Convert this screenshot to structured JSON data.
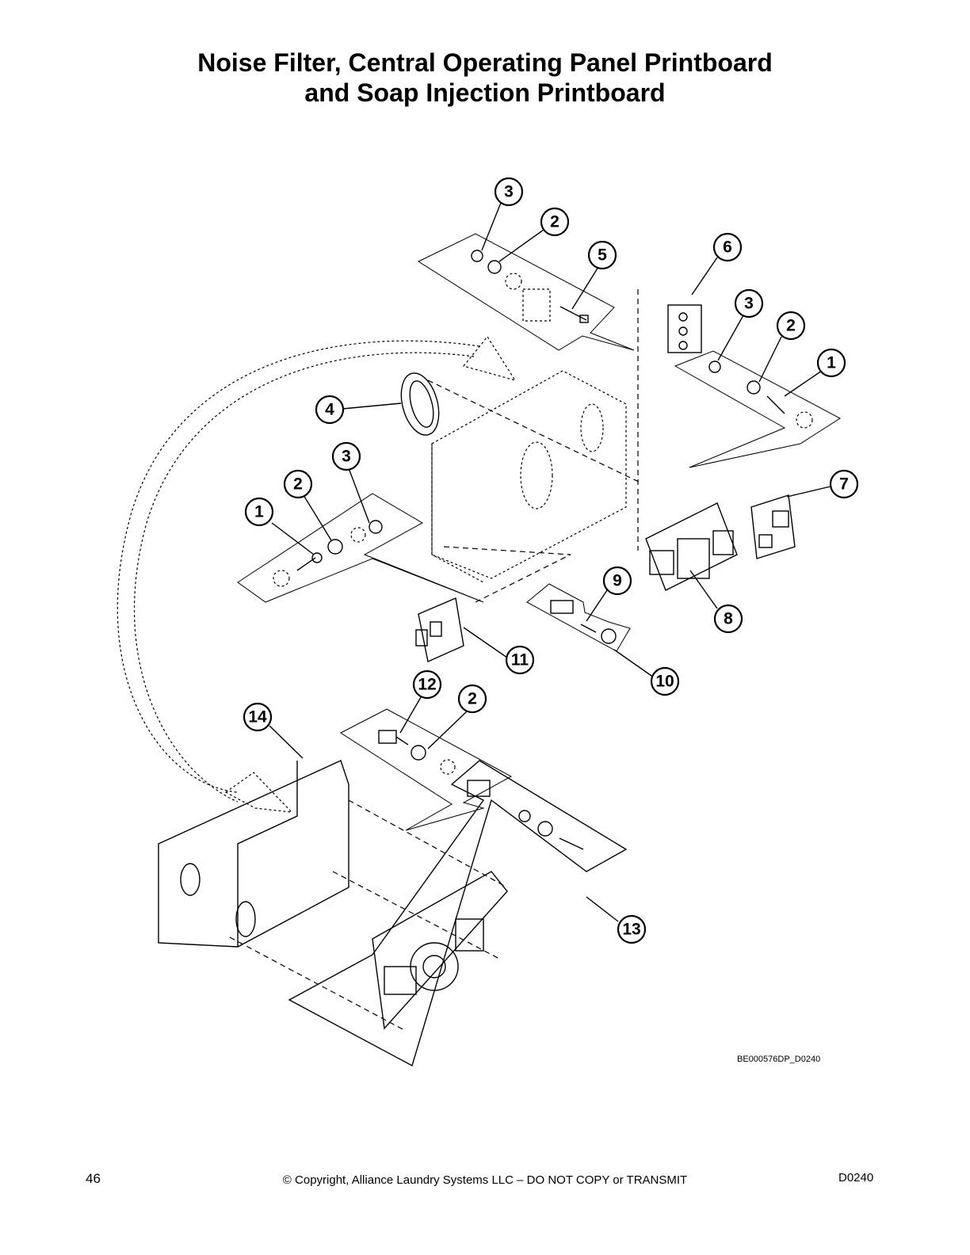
{
  "title": {
    "line1": "Noise Filter, Central Operating Panel Printboard",
    "line2": "and Soap Injection Printboard"
  },
  "callouts": [
    "3",
    "2",
    "5",
    "6",
    "3",
    "2",
    "1",
    "4",
    "3",
    "2",
    "1",
    "7",
    "9",
    "8",
    "11",
    "10",
    "12",
    "2",
    "14",
    "13"
  ],
  "figure_ref": "BE000576DP_D0240",
  "footer": {
    "page_number": "46",
    "copyright": "© Copyright, Alliance Laundry Systems LLC – DO NOT COPY or TRANSMIT",
    "doc_code": "D0240"
  }
}
